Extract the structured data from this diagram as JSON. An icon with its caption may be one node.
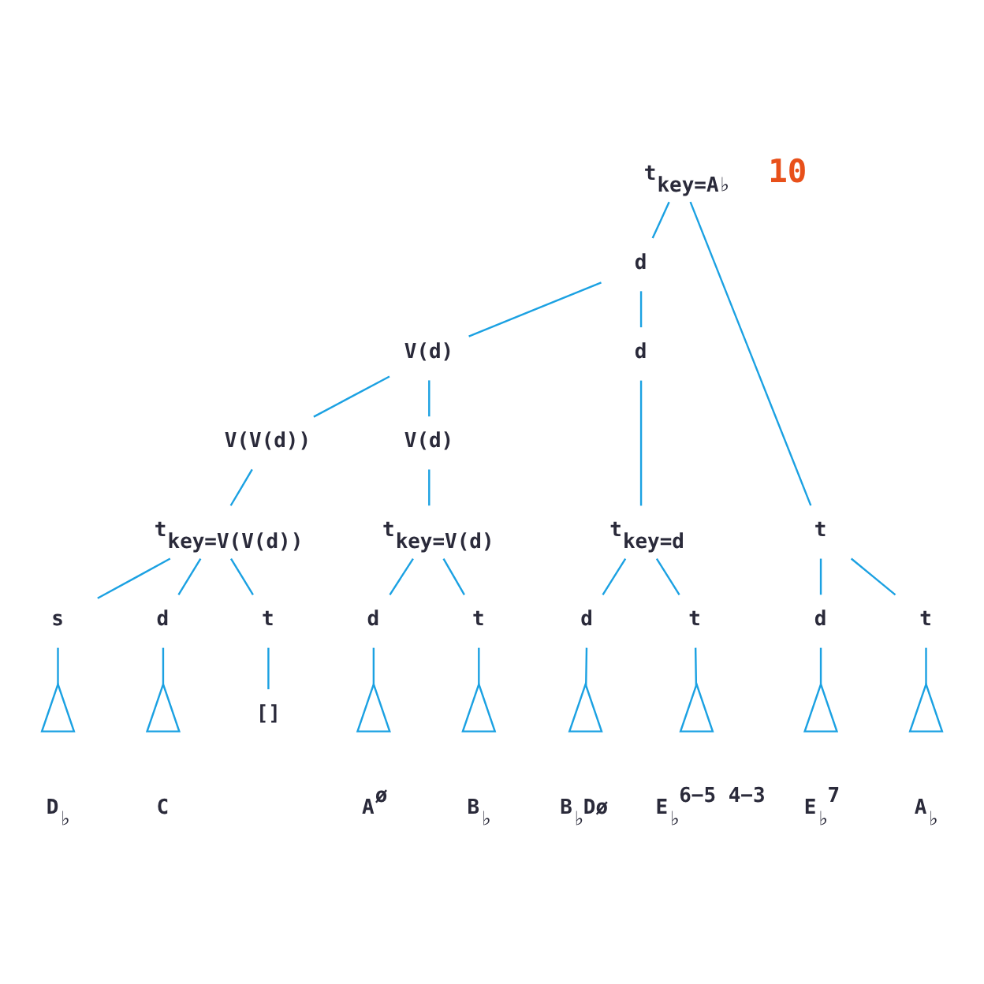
{
  "diagram": {
    "nodes": [
      {
        "text": [
          "t$_{key=A♭}$"
        ]
      },
      {
        "text": [
          "d"
        ]
      },
      {
        "text": [
          "t"
        ]
      },
      {
        "text": [
          "V(d)"
        ]
      },
      {
        "text": [
          "d"
        ]
      },
      {
        "text": [
          "d"
        ]
      },
      {
        "text": [
          "t"
        ]
      },
      {
        "text": [
          "V(V(d))"
        ]
      },
      {
        "text": [
          "V(d)"
        ]
      },
      {
        "text": [
          "t$_{key=d}$"
        ]
      },
      {
        "text": [
          "t$_{key=V(V(d))}$"
        ]
      },
      {
        "text": [
          "d"
        ]
      },
      {
        "text": [
          "t"
        ]
      },
      {
        "text": [
          "s"
        ]
      },
      {
        "text": [
          "d"
        ]
      },
      {
        "text": [
          "t"
        ]
      },
      {
        "text": [
          "t$_{key=V(d)}$"
        ]
      },
      {
        "text": [
          "[]"
        ]
      },
      {
        "text": [
          "d"
        ]
      },
      {
        "text": [
          "t"
        ]
      },
      {
        "text": [],
        "shape": "triangle",
        "beside": [
          "D$_{♭}$"
        ]
      },
      {
        "text": [],
        "shape": "triangle",
        "beside": [
          "C"
        ]
      },
      {
        "text": [],
        "shape": "triangle",
        "beside": [
          "A$^{ø}$"
        ]
      },
      {
        "text": [],
        "shape": "triangle",
        "beside": [
          "B$_{♭}$"
        ]
      },
      {
        "text": [],
        "shape": "triangle",
        "beside": [
          "B$_{♭}$Dø"
        ]
      },
      {
        "text": [],
        "shape": "triangle",
        "beside": [
          "E$_{♭}$$^{6−5 4−3}$"
        ]
      },
      {
        "text": [],
        "shape": "triangle",
        "beside": [
          "E$_{♭}$$^{7}$"
        ]
      },
      {
        "text": [],
        "shape": "triangle",
        "beside": [
          "A$_{♭}$"
        ]
      }
    ],
    "edges": [
      {
        "from": 0,
        "to": 1,
        "arrow": "none"
      },
      {
        "from": 0,
        "to": 2,
        "arrow": "none"
      },
      {
        "from": 1,
        "to": 3,
        "arrow": "none"
      },
      {
        "from": 1,
        "to": 4,
        "arrow": "none"
      },
      {
        "from": 2,
        "to": 5,
        "arrow": "none"
      },
      {
        "from": 2,
        "to": 6,
        "arrow": "none"
      },
      {
        "from": 3,
        "to": 7,
        "arrow": "none"
      },
      {
        "from": 3,
        "to": 8,
        "arrow": "none"
      },
      {
        "from": 4,
        "to": 9,
        "arrow": "none"
      },
      {
        "from": 7,
        "to": 10,
        "arrow": "none"
      },
      {
        "from": 8,
        "to": 16,
        "arrow": "none"
      },
      {
        "from": 9,
        "to": 11,
        "arrow": "none"
      },
      {
        "from": 9,
        "to": 12,
        "arrow": "none"
      },
      {
        "from": 10,
        "to": 13,
        "arrow": "none"
      },
      {
        "from": 10,
        "to": 14,
        "arrow": "none"
      },
      {
        "from": 10,
        "to": 15,
        "arrow": "none"
      },
      {
        "from": 13,
        "to": 20,
        "arrow": "none"
      },
      {
        "from": 14,
        "to": 21,
        "arrow": "none"
      },
      {
        "from": 15,
        "to": 17,
        "arrow": "none"
      },
      {
        "from": 16,
        "to": 18,
        "arrow": "none"
      },
      {
        "from": 16,
        "to": 19,
        "arrow": "none"
      },
      {
        "from": 18,
        "to": 22,
        "arrow": "none"
      },
      {
        "from": 19,
        "to": 23,
        "arrow": "none"
      },
      {
        "from": 11,
        "to": 24,
        "arrow": "none"
      },
      {
        "from": 12,
        "to": 25,
        "arrow": "none"
      },
      {
        "from": 5,
        "to": 26,
        "arrow": "none"
      },
      {
        "from": 6,
        "to": 27,
        "arrow": "none"
      }
    ],
    "labels": [
      "10"
    ]
  }
}
